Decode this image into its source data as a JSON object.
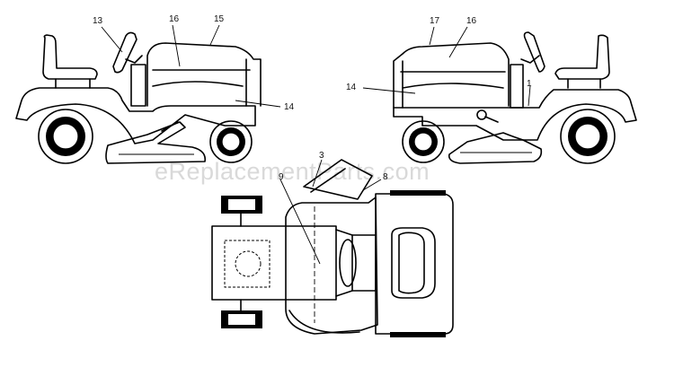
{
  "watermark": "eReplacementParts.com",
  "callouts": {
    "left_13": "13",
    "left_16": "16",
    "left_15": "15",
    "left_14": "14",
    "right_17": "17",
    "right_16": "16",
    "right_14": "14",
    "right_1": "1",
    "top_3": "3",
    "top_9": "9",
    "top_8": "8"
  }
}
